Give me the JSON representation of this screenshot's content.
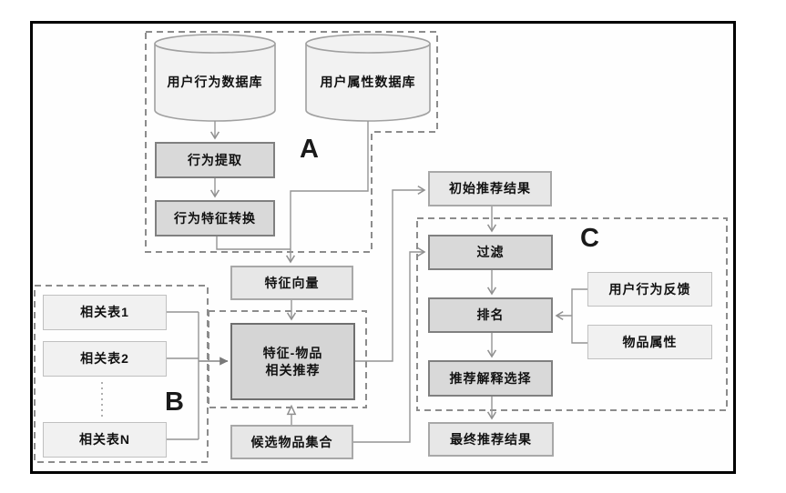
{
  "groups": {
    "a": {
      "label": "A"
    },
    "b": {
      "label": "B"
    },
    "c": {
      "label": "C"
    }
  },
  "nodes": {
    "user_behavior_db": {
      "label": "用户行为数据库",
      "shape": "cylinder"
    },
    "user_attribute_db": {
      "label": "用户属性数据库",
      "shape": "cylinder"
    },
    "behavior_extraction": {
      "label": "行为提取"
    },
    "behavior_feature_transform": {
      "label": "行为特征转换"
    },
    "feature_vector": {
      "label": "特征向量"
    },
    "initial_results": {
      "label": "初始推荐结果"
    },
    "related_table_1": {
      "label": "相关表1"
    },
    "related_table_2": {
      "label": "相关表2"
    },
    "related_table_n": {
      "label": "相关表N"
    },
    "feature_item_rec": {
      "line1": "特征-物品",
      "line2": "相关推荐"
    },
    "candidate_items": {
      "label": "候选物品集合"
    },
    "filter": {
      "label": "过滤"
    },
    "ranking": {
      "label": "排名"
    },
    "user_feedback": {
      "label": "用户行为反馈"
    },
    "item_attributes": {
      "label": "物品属性"
    },
    "explanation_selection": {
      "label": "推荐解释选择"
    },
    "final_results": {
      "label": "最终推荐结果"
    }
  },
  "colors": {
    "frame": "#000000",
    "dashed_border": "#8c8c8c",
    "connector": "#949494",
    "process_fill": "#d9d9d9",
    "process_border": "#808080",
    "highlight_fill": "#d5d5d5",
    "highlight_border": "#6f6f6f",
    "soft_fill": "#e7e7e7",
    "soft_border": "#a8a8a8",
    "light_fill": "#f1f1f1",
    "light_border": "#c0c0c0",
    "cylinder_fill": "#f2f2f2",
    "text": "#111111"
  }
}
